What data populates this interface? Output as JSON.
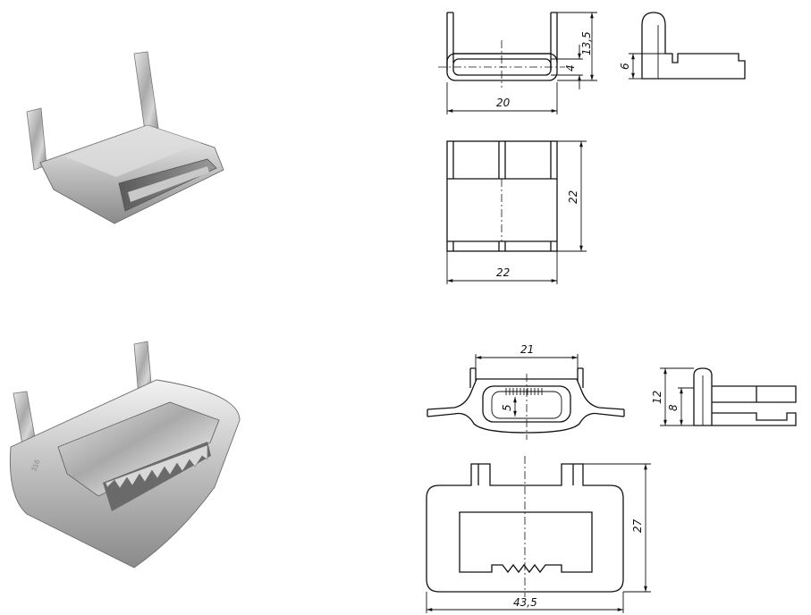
{
  "top_buckle": {
    "dims": {
      "width": "20",
      "height": "13,5",
      "slot": "4",
      "side_height": "6",
      "plan_width": "22",
      "plan_height": "22"
    }
  },
  "bottom_buckle": {
    "dims": {
      "opening": "21",
      "slot": "5",
      "side_height_outer": "12",
      "side_height_inner": "8",
      "plan_height": "27",
      "plan_width": "43,5"
    }
  }
}
